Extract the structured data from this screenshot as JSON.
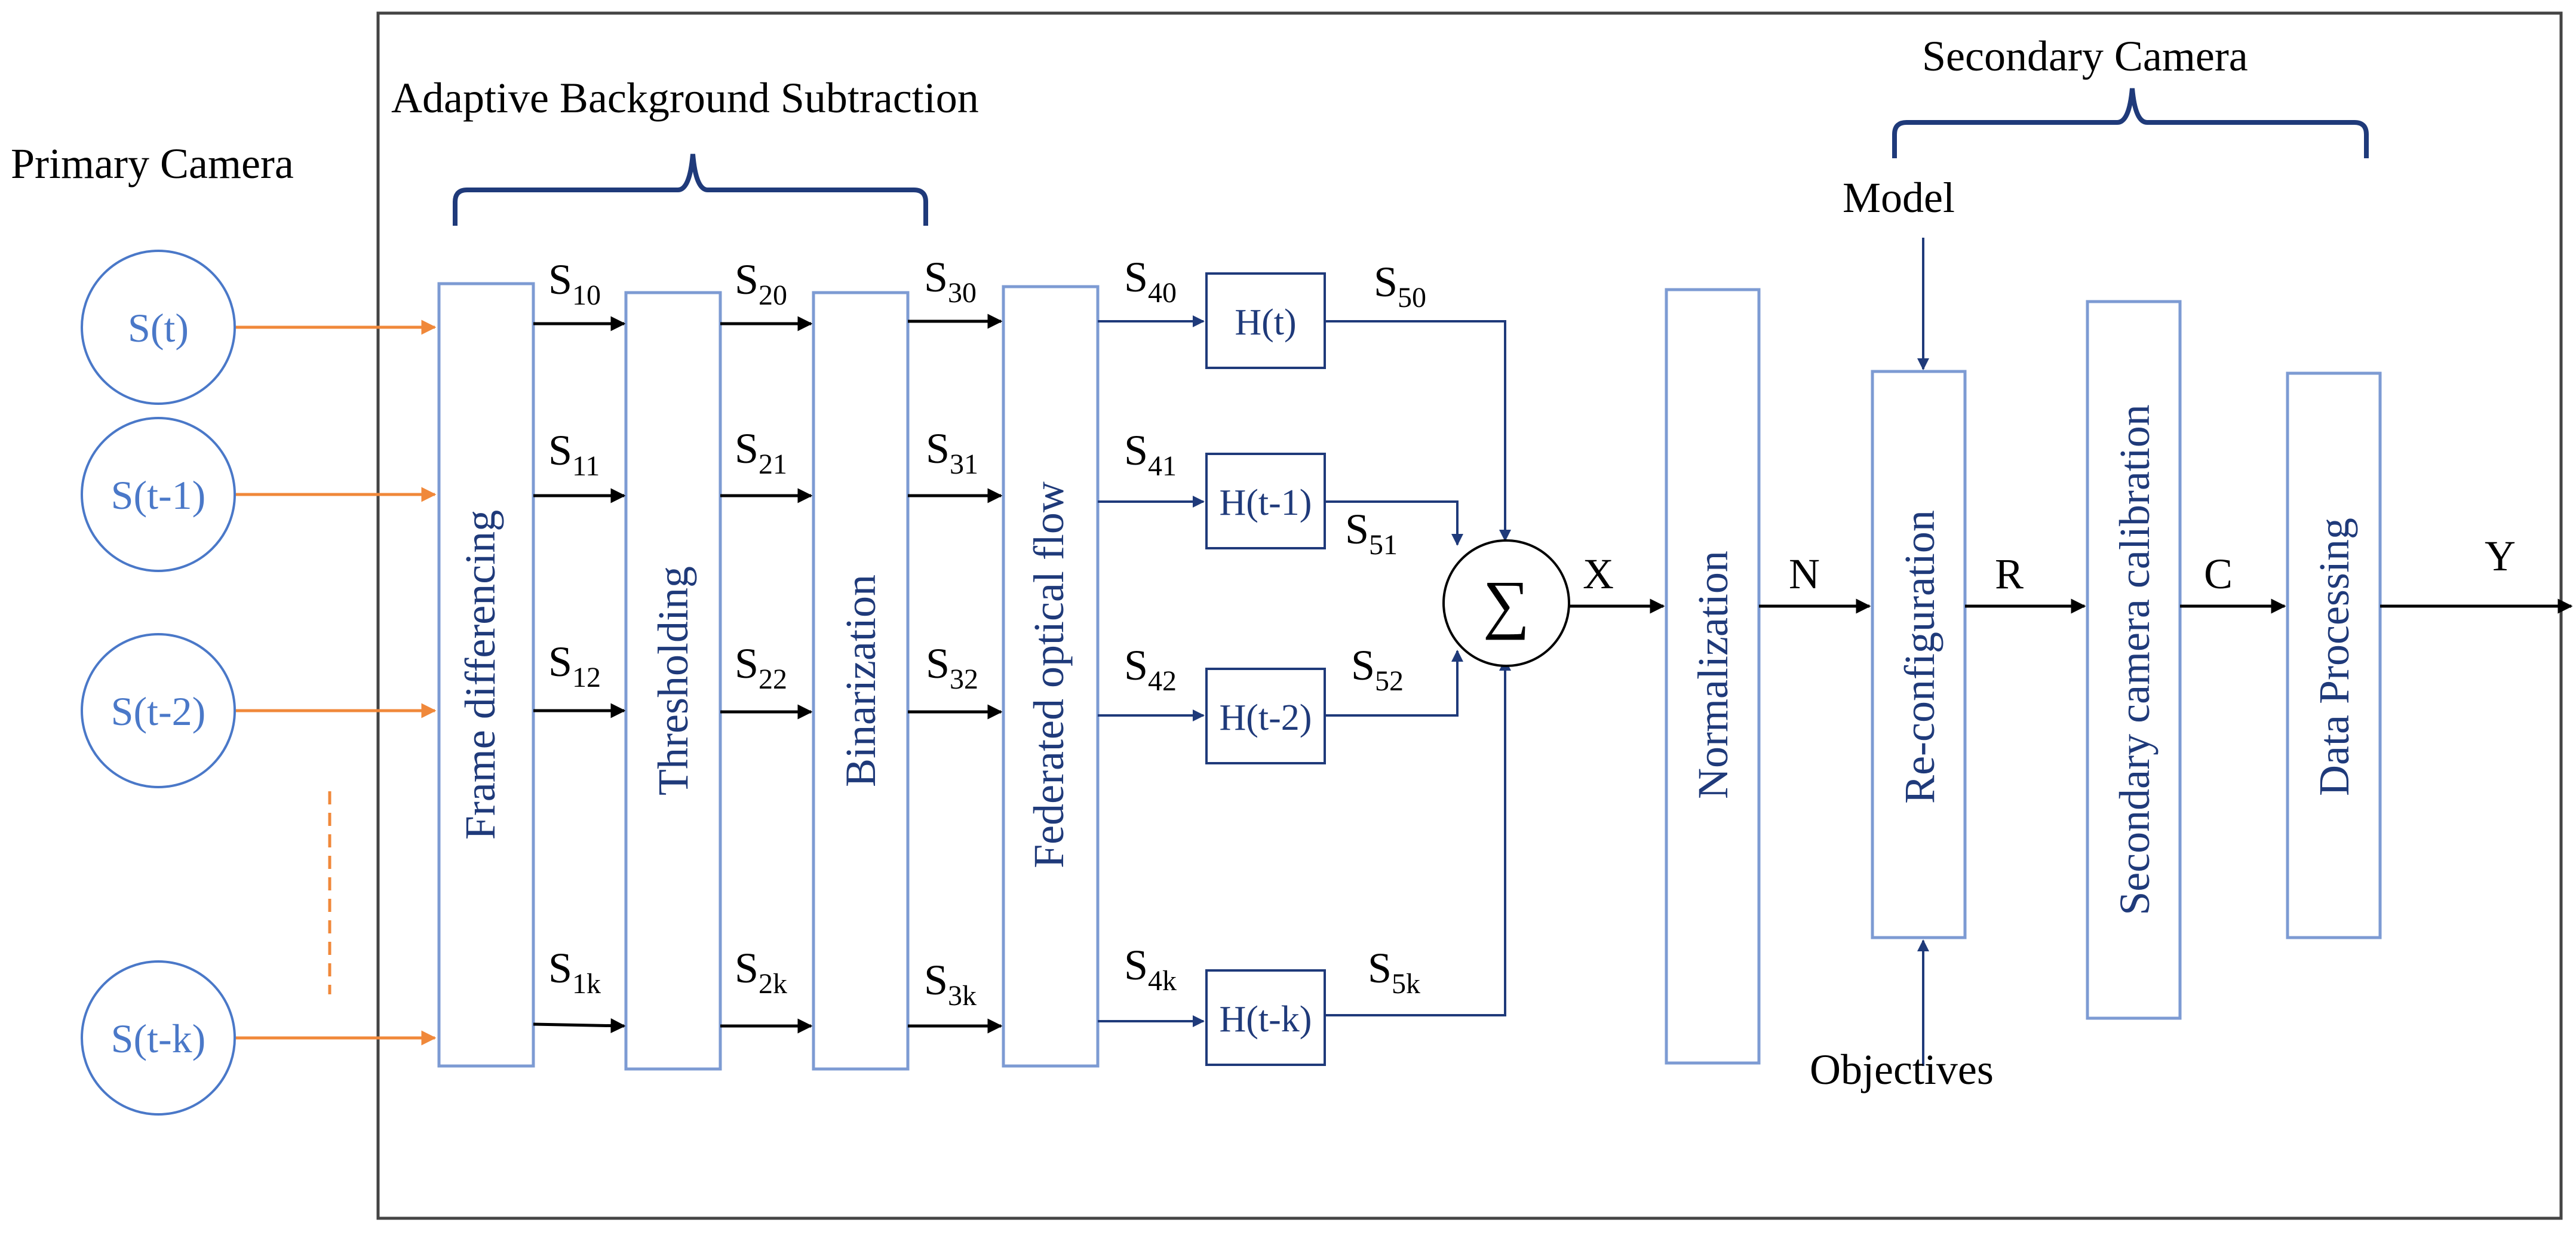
{
  "title": "Adaptive Background Subtraction",
  "primary_camera_label": "Primary Camera",
  "secondary_camera_label": "Secondary Camera",
  "inputs": [
    {
      "id": "st",
      "label": "S(t)"
    },
    {
      "id": "st1",
      "label": "S(t-1)"
    },
    {
      "id": "st2",
      "label": "S(t-2)"
    },
    {
      "id": "stk",
      "label": "S(t-k)"
    }
  ],
  "blocks": {
    "frame_differencing": "Frame differencing",
    "thresholding": "Thresholding",
    "binarization": "Binarization",
    "federated_optical_flow": "Federated optical flow",
    "normalization": "Normalization",
    "reconfiguration": "Re-configuration",
    "secondary_calibration": "Secondary camera calibration",
    "data_processing": "Data Processing"
  },
  "filters": [
    {
      "id": "ht",
      "label": "H(t)"
    },
    {
      "id": "ht1",
      "label": "H(t-1)"
    },
    {
      "id": "ht2",
      "label": "H(t-2)"
    },
    {
      "id": "htk",
      "label": "H(t-k)"
    }
  ],
  "signal_labels": [
    [
      {
        "base": "S",
        "sub": "10"
      },
      {
        "base": "S",
        "sub": "20"
      },
      {
        "base": "S",
        "sub": "30"
      },
      {
        "base": "S",
        "sub": "40"
      },
      {
        "base": "S",
        "sub": "50"
      }
    ],
    [
      {
        "base": "S",
        "sub": "11"
      },
      {
        "base": "S",
        "sub": "21"
      },
      {
        "base": "S",
        "sub": "31"
      },
      {
        "base": "S",
        "sub": "41"
      },
      {
        "base": "S",
        "sub": "51"
      }
    ],
    [
      {
        "base": "S",
        "sub": "12"
      },
      {
        "base": "S",
        "sub": "22"
      },
      {
        "base": "S",
        "sub": "32"
      },
      {
        "base": "S",
        "sub": "42"
      },
      {
        "base": "S",
        "sub": "52"
      }
    ],
    [
      {
        "base": "S",
        "sub": "1k"
      },
      {
        "base": "S",
        "sub": "2k"
      },
      {
        "base": "S",
        "sub": "3k"
      },
      {
        "base": "S",
        "sub": "4k"
      },
      {
        "base": "S",
        "sub": "5k"
      }
    ]
  ],
  "sum_symbol": "∑",
  "flow_labels": {
    "x": "X",
    "n": "N",
    "r": "R",
    "c": "C",
    "y": "Y"
  },
  "model_label": "Model",
  "objectives_label": "Objectives",
  "colors": {
    "accent": "#1f3a7a",
    "input": "#4a78c8",
    "orange": "#f0883a",
    "block_border": "#7d9bd3"
  }
}
